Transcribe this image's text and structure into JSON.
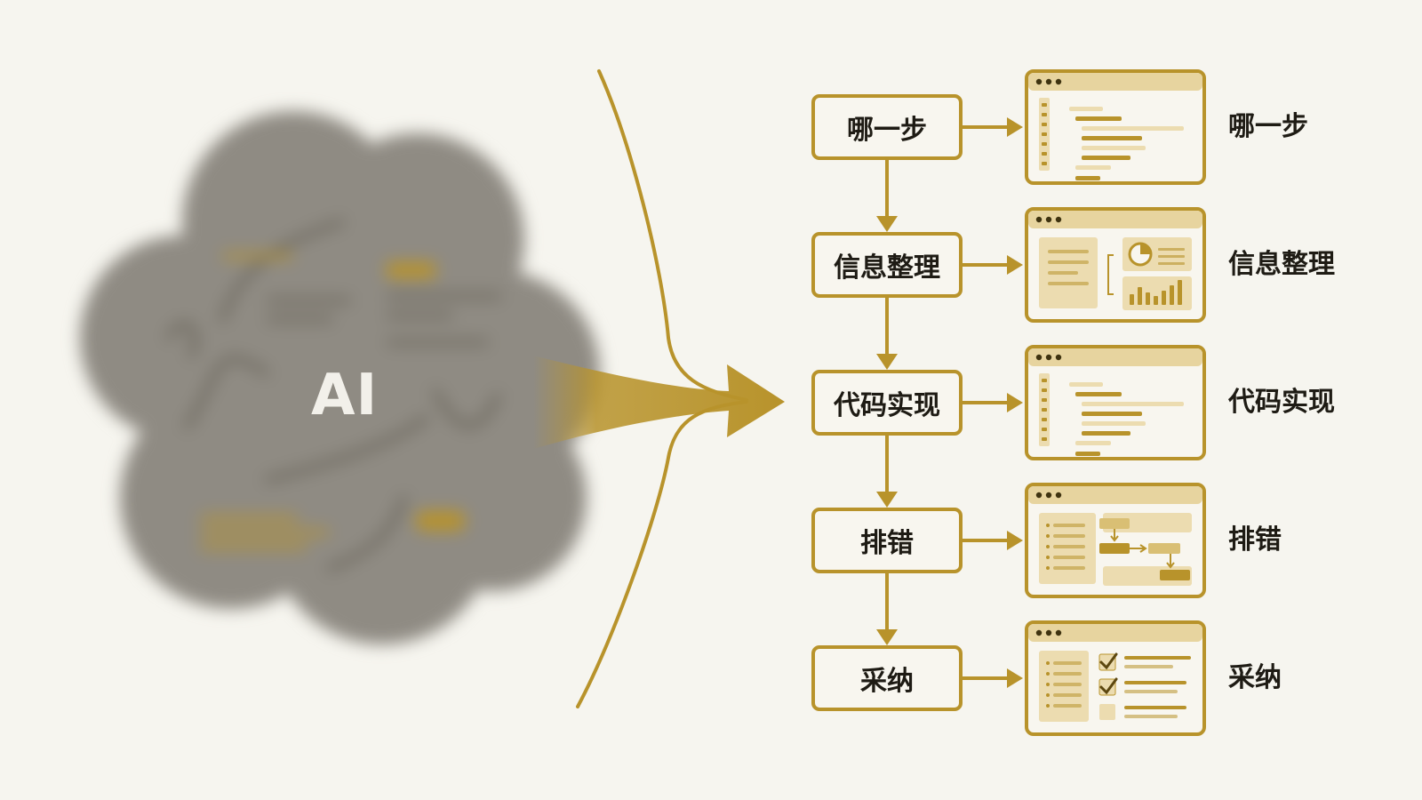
{
  "cloud": {
    "label": "AI"
  },
  "steps": [
    {
      "label": "哪一步",
      "side_label": "哪一步",
      "panel": "code-editor"
    },
    {
      "label": "信息整理",
      "side_label": "信息整理",
      "panel": "dashboard"
    },
    {
      "label": "代码实现",
      "side_label": "代码实现",
      "panel": "code-editor"
    },
    {
      "label": "排错",
      "side_label": "排错",
      "panel": "flowchart"
    },
    {
      "label": "采纳",
      "side_label": "采纳",
      "panel": "checklist"
    }
  ],
  "colors": {
    "accent": "#b8932b",
    "accent_light": "#ecdcb0",
    "cloud": "#8f8b83",
    "background": "#f6f5ef",
    "text": "#1e1b14"
  }
}
